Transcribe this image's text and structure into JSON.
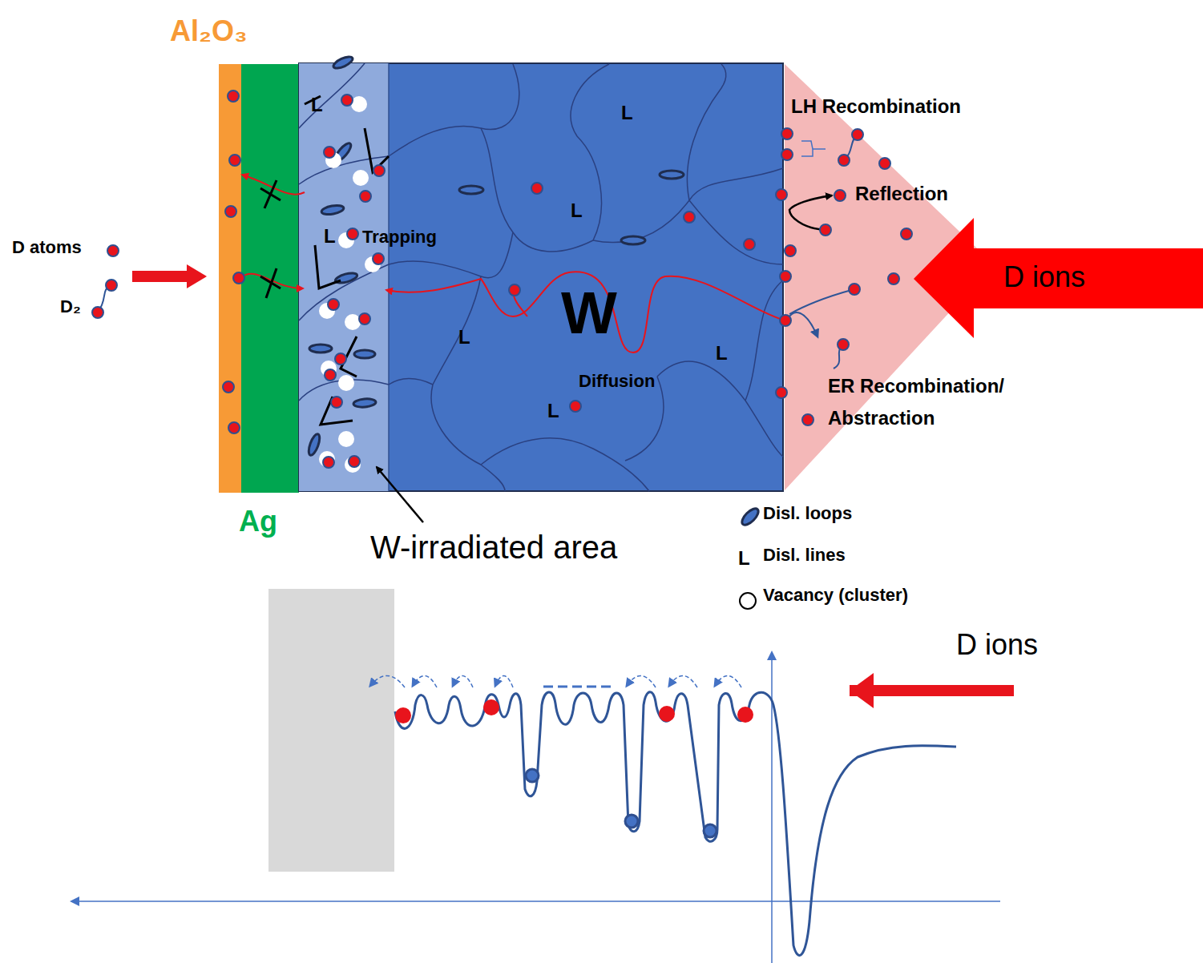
{
  "diagram": {
    "nodes": [
      {
        "text": [
          "Al₂O₃"
        ]
      },
      {
        "text": [
          "Ag"
        ]
      },
      {
        "text": [
          "W"
        ]
      }
    ],
    "labels": [
      "D atoms",
      "D₂",
      "L",
      "L",
      "Trapping",
      "L",
      "L",
      "L",
      "L",
      "Diffusion",
      "L",
      "LH Recombination",
      "Reflection",
      "D ions",
      "ER Recombination/ Abstraction",
      "W-irradiated area",
      "L",
      "D ions"
    ],
    "legend": [
      {
        "text": "Disl. loops"
      },
      {
        "text": "Disl. lines"
      },
      {
        "text": "Vacancy (cluster)"
      }
    ]
  }
}
